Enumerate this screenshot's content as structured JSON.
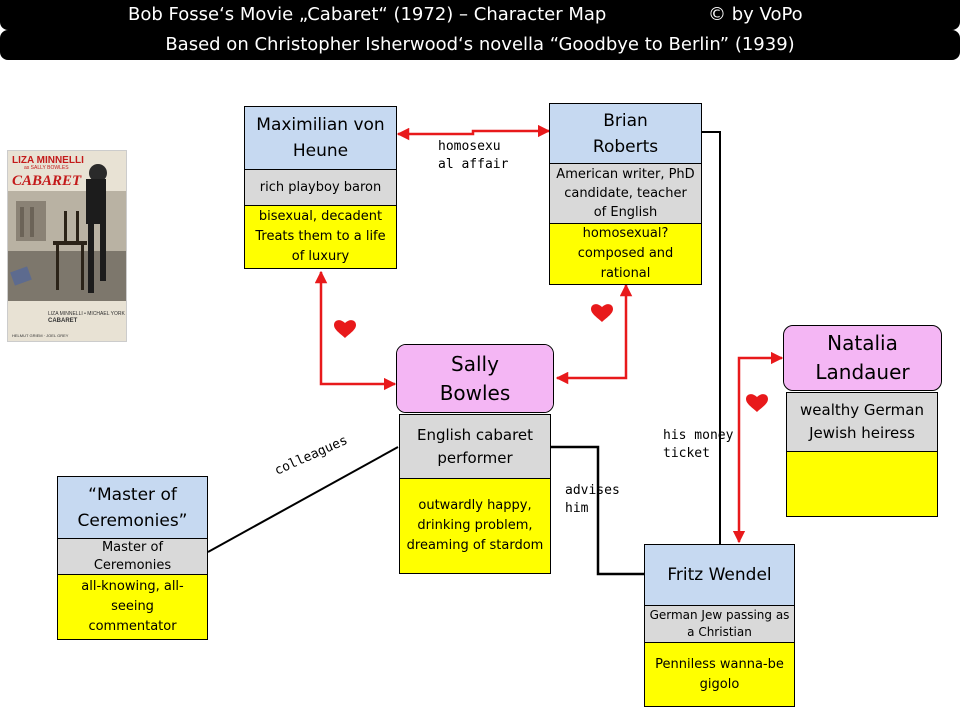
{
  "header": {
    "title_left": "Bob Fosse‘s Movie „Cabaret“ (1972) – Character Map",
    "title_right": "©    by VoPo",
    "subtitle": "Based on Christopher Isherwood‘s novella “Goodbye to Berlin” (1939)"
  },
  "poster": {
    "line1": "LIZA MINNELLI",
    "line2": "as SALLY BOWLES",
    "title": "CABARET",
    "credits1": "LIZA MINNELLI • MICHAEL YORK",
    "credits2": "CABARET",
    "credits_left": "HELMUT GRIEM",
    "credits_right": "JOEL GREY"
  },
  "characters": {
    "max": {
      "name": "Maximilian von Heune",
      "role": "rich playboy baron",
      "traits": "bisexual, decadent Treats them to a life of luxury"
    },
    "brian": {
      "name": "Brian Roberts",
      "role": "American writer, PhD candidate, teacher of English",
      "traits": "homosexual? composed and rational"
    },
    "sally": {
      "name": "Sally Bowles",
      "role": "English cabaret performer",
      "traits": "outwardly happy, drinking problem, dreaming of stardom"
    },
    "natalia": {
      "name": "Natalia Landauer",
      "role": "wealthy German Jewish heiress",
      "traits": ""
    },
    "mc": {
      "name": "“Master of Ceremonies”",
      "role": "Master of Ceremonies",
      "traits": "all-knowing, all-seeing commentator"
    },
    "fritz": {
      "name": "Fritz Wendel",
      "role": "German Jew passing as a Christian",
      "traits": "Penniless wanna-be gigolo"
    }
  },
  "relations": {
    "max_brian": "homosexu\nal affair",
    "mc_sally": "colleagues",
    "sally_fritz": "advises\nhim",
    "brian_fritz": "his money\nticket"
  },
  "colors": {
    "name_blue": "#c6d9f1",
    "name_pink": "#f4b6f4",
    "role_grey": "#d9d9d9",
    "traits_yellow": "#ffff00",
    "arrow_red": "#e8191b",
    "heart_red": "#e8191b"
  },
  "icons": [
    "heart-icon",
    "heart-icon",
    "heart-icon"
  ]
}
